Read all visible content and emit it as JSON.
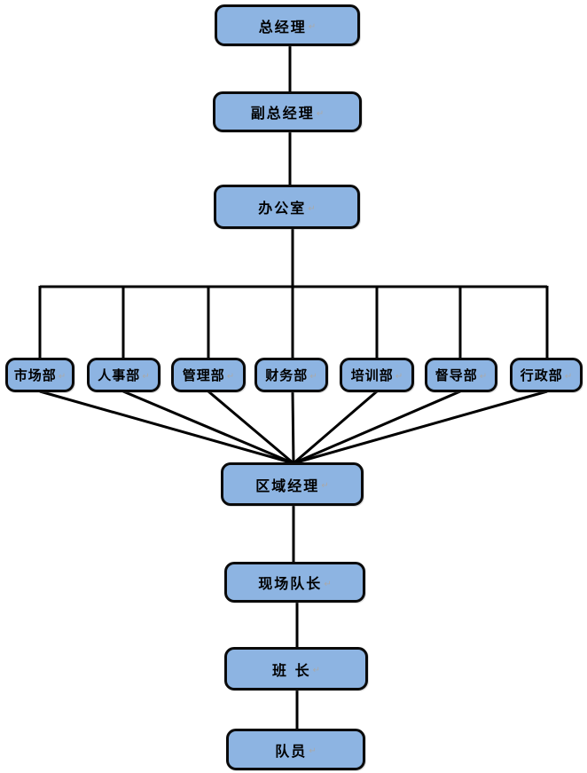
{
  "colors": {
    "node_fill": "#8db4e2",
    "node_border": "#000000",
    "connector": "#000000",
    "format_mark": "#a9a9a9",
    "background": "#ffffff"
  },
  "marks": {
    "return_mark": "↵"
  },
  "nodes": {
    "general_manager": {
      "label": "总经理"
    },
    "deputy_general_manager": {
      "label": "副总经理"
    },
    "office": {
      "label": "办公室"
    },
    "departments": [
      {
        "label": "市场部"
      },
      {
        "label": "人事部"
      },
      {
        "label": "管理部"
      },
      {
        "label": "财务部"
      },
      {
        "label": "培训部"
      },
      {
        "label": "督导部"
      },
      {
        "label": "行政部"
      }
    ],
    "regional_manager": {
      "label": "区域经理"
    },
    "site_captain": {
      "label": "现场队长"
    },
    "squad_leader": {
      "label": "班 长"
    },
    "team_member": {
      "label": "队员"
    }
  },
  "edges": [
    [
      "general_manager",
      "deputy_general_manager"
    ],
    [
      "deputy_general_manager",
      "office"
    ],
    [
      "office",
      "departments"
    ],
    [
      "departments",
      "regional_manager"
    ],
    [
      "regional_manager",
      "site_captain"
    ],
    [
      "site_captain",
      "squad_leader"
    ],
    [
      "squad_leader",
      "team_member"
    ]
  ]
}
